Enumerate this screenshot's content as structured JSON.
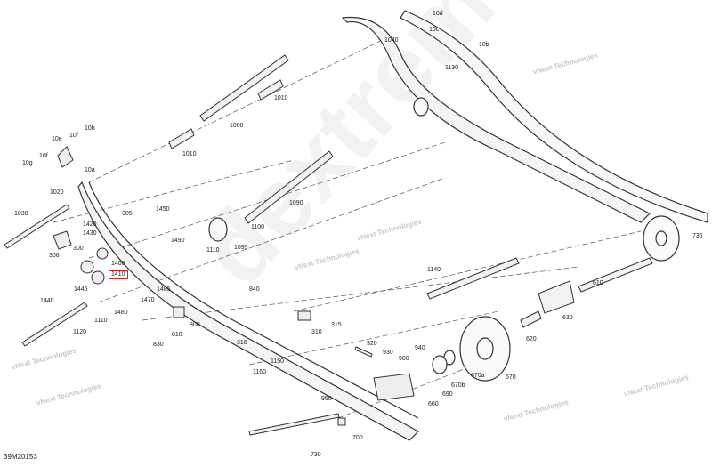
{
  "diagram_code": "39M20153",
  "watermark_small": "vNext Technologies",
  "watermark_big": "dextremelife.hu",
  "highlighted_part": "1410",
  "labels": [
    "10d",
    "1040",
    "10c",
    "10b",
    "1130",
    "735",
    "1010",
    "1000",
    "10h",
    "10f",
    "10e",
    "10f",
    "10g",
    "1010",
    "10a",
    "1020",
    "305",
    "1450",
    "1030",
    "1090",
    "1420",
    "1430",
    "1100",
    "1490",
    "300",
    "1110",
    "1095",
    "306",
    "1400",
    "1410",
    "1445",
    "1485",
    "1440",
    "1470",
    "840",
    "1480",
    "1110",
    "800",
    "1120",
    "810",
    "830",
    "316",
    "310",
    "315",
    "920",
    "930",
    "940",
    "900",
    "1150",
    "1160",
    "670a",
    "670b",
    "670",
    "690",
    "660",
    "950",
    "700",
    "730",
    "1140",
    "610",
    "630",
    "620"
  ]
}
